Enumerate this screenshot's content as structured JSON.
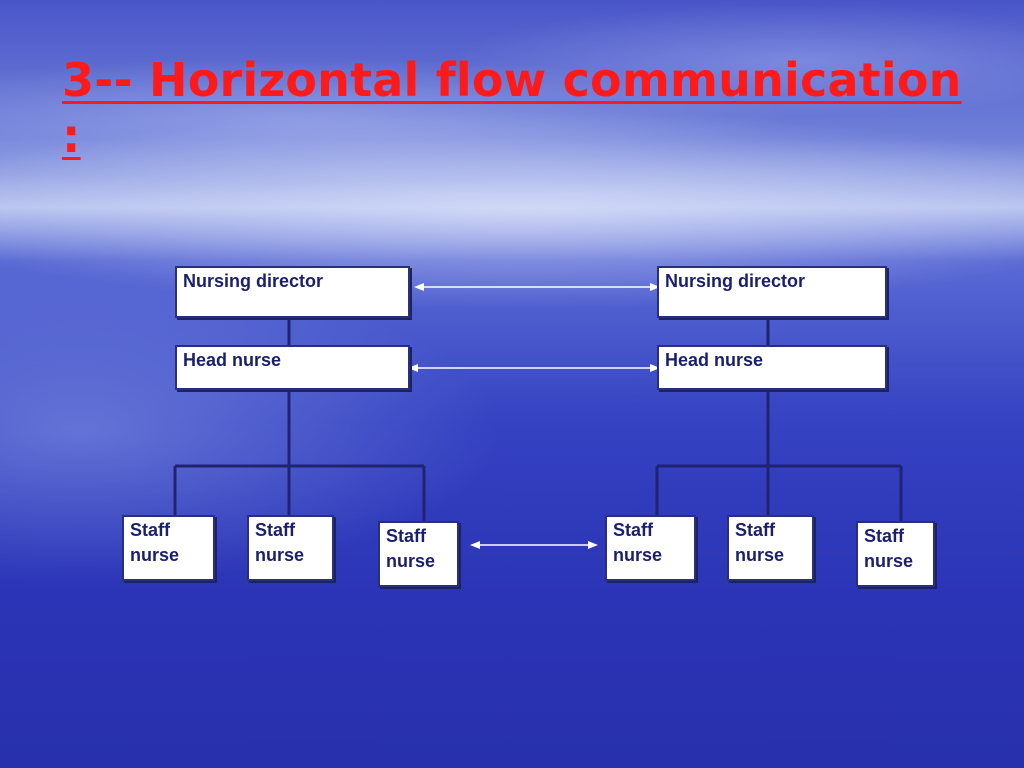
{
  "title": "3-- Horizontal flow communication :",
  "left_org": {
    "director": "Nursing director",
    "head": "Head nurse",
    "staff": [
      {
        "line1": "Staff",
        "line2": "nurse"
      },
      {
        "line1": "Staff",
        "line2": "nurse"
      },
      {
        "line1": "Staff",
        "line2": "nurse"
      }
    ]
  },
  "right_org": {
    "director": "Nursing director",
    "head": "Head nurse",
    "staff": [
      {
        "line1": "Staff",
        "line2": "nurse"
      },
      {
        "line1": "Staff",
        "line2": "nurse"
      },
      {
        "line1": "Staff",
        "line2": "nurse"
      }
    ]
  },
  "colors": {
    "title": "#ff1a1a",
    "box_text": "#1a1f6e",
    "connector": "#1f2470",
    "arrow": "#ffffff"
  }
}
